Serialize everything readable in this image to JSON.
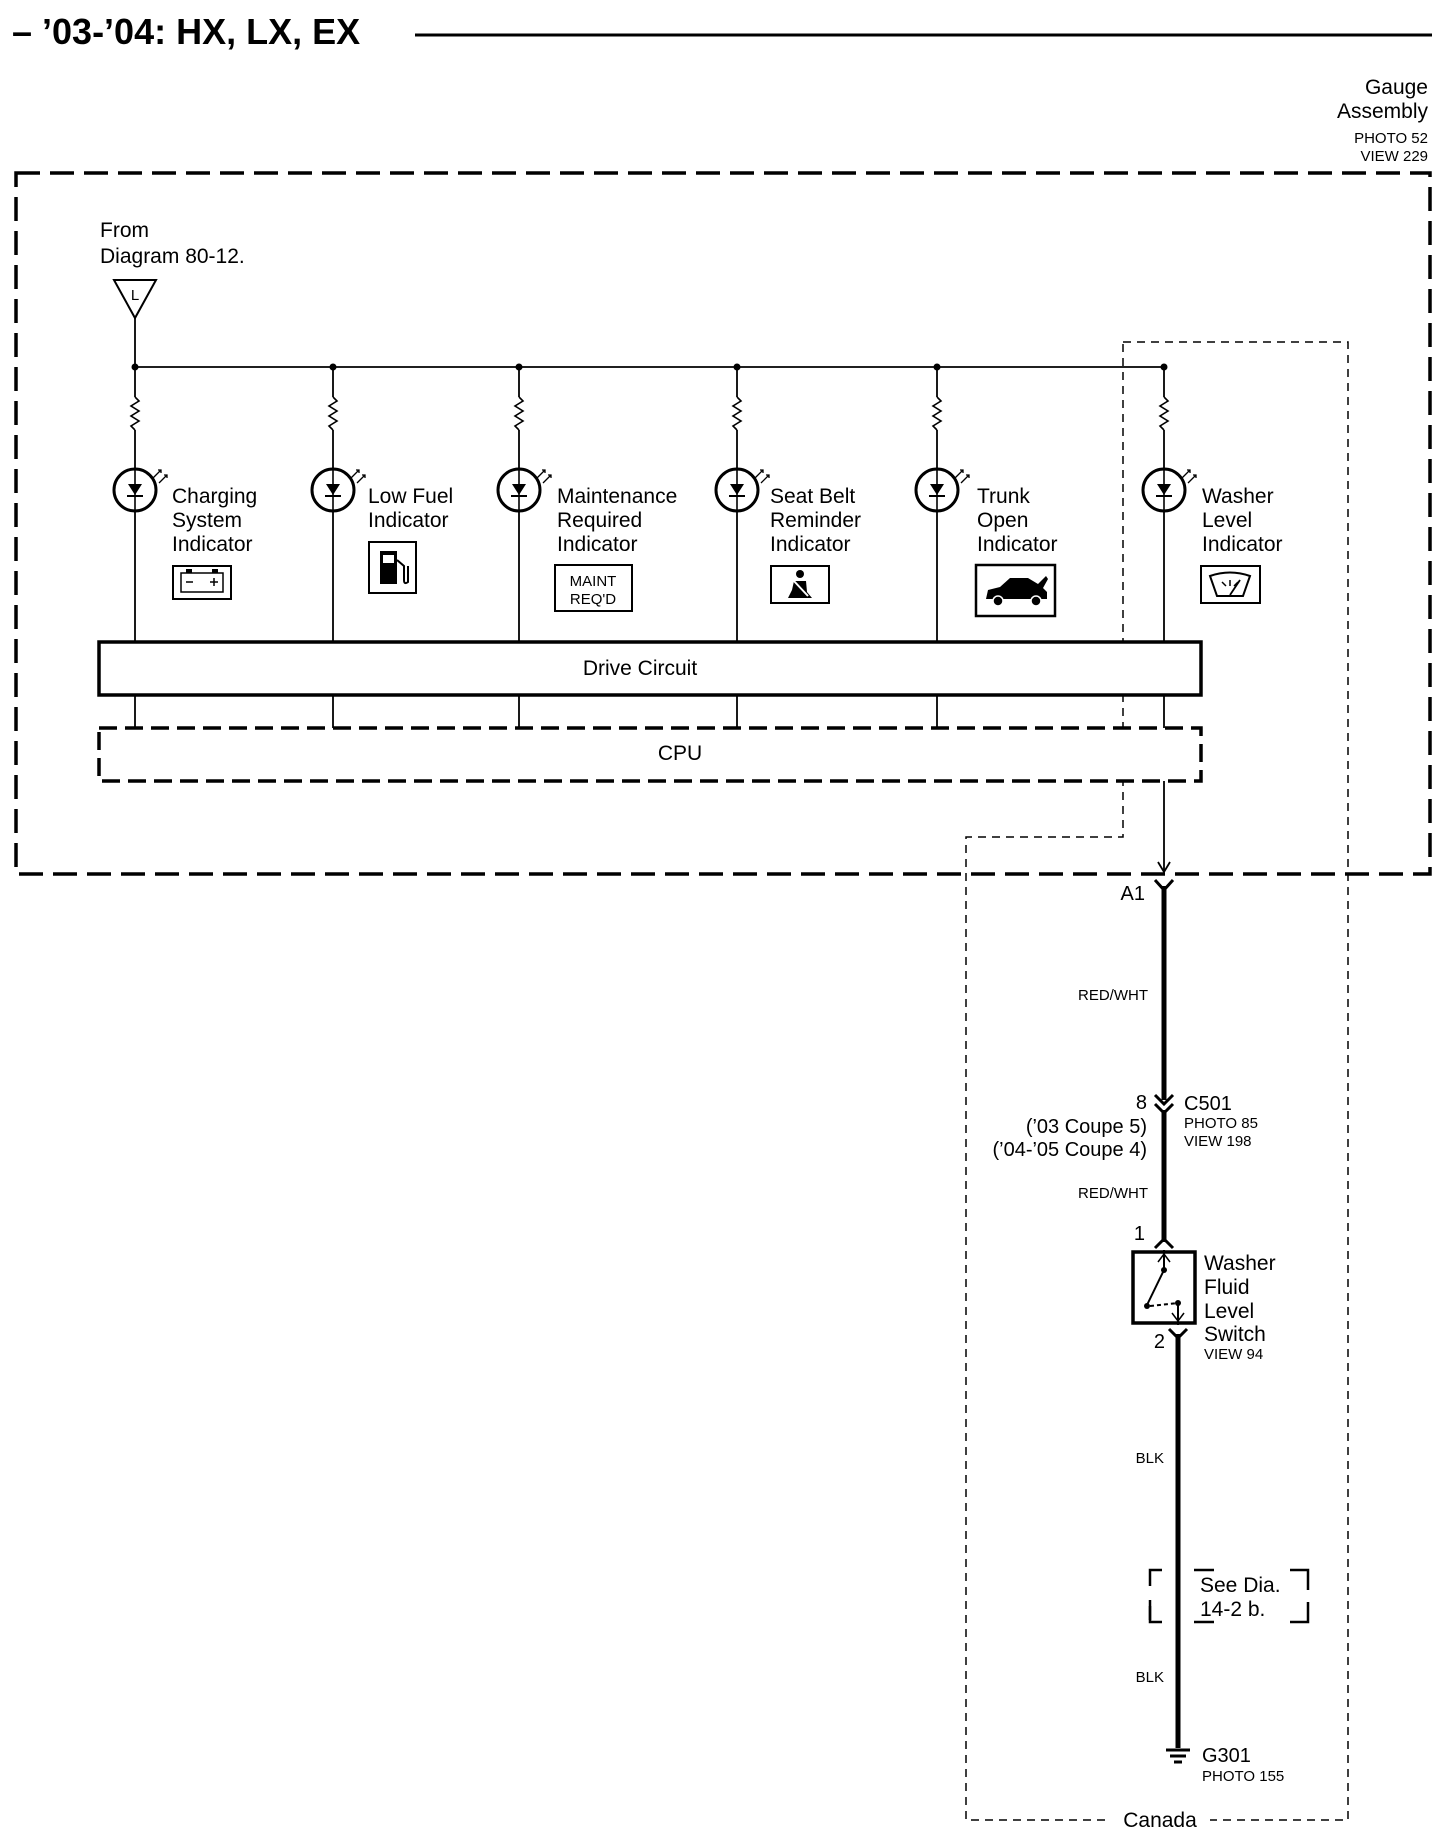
{
  "title": "– ’03-’04: HX, LX, EX",
  "gauge": {
    "label_line1": "Gauge",
    "label_line2": "Assembly",
    "photo": "PHOTO 52",
    "view": "VIEW 229"
  },
  "source": {
    "line1": "From",
    "line2": "Diagram 80-12.",
    "connector_letter": "L"
  },
  "indicators": [
    {
      "line1": "Charging",
      "line2": "System",
      "line3": "Indicator",
      "icon": "battery-icon"
    },
    {
      "line1": "Low Fuel",
      "line2": "Indicator",
      "line3": "",
      "icon": "fuel-pump-icon"
    },
    {
      "line1": "Maintenance",
      "line2": "Required",
      "line3": "Indicator",
      "icon": "maint-reqd-icon",
      "icon_text1": "MAINT",
      "icon_text2": "REQ'D"
    },
    {
      "line1": "Seat Belt",
      "line2": "Reminder",
      "line3": "Indicator",
      "icon": "seat-belt-icon"
    },
    {
      "line1": "Trunk",
      "line2": "Open",
      "line3": "Indicator",
      "icon": "trunk-open-car-icon"
    },
    {
      "line1": "Washer",
      "line2": "Level",
      "line3": "Indicator",
      "icon": "windshield-washer-icon"
    }
  ],
  "blocks": {
    "drive_circuit": "Drive Circuit",
    "cpu": "CPU"
  },
  "connectors": {
    "a1": "A1",
    "c501_pin": "8",
    "c501_name": "C501",
    "c501_photo": "PHOTO 85",
    "c501_view": "VIEW 198",
    "c501_note1": "(’03 Coupe 5)",
    "c501_note2": "(’04-’05 Coupe 4)"
  },
  "wires": {
    "w1": "RED/WHT",
    "w2": "RED/WHT",
    "w3": "BLK",
    "w4": "BLK"
  },
  "switch": {
    "pin1": "1",
    "pin2": "2",
    "line1": "Washer",
    "line2": "Fluid",
    "line3": "Level",
    "line4": "Switch",
    "view": "VIEW 94"
  },
  "see_dia": {
    "line1": "See Dia.",
    "line2": "14-2 b."
  },
  "ground": {
    "name": "G301",
    "photo": "PHOTO 155"
  },
  "region": "Canada"
}
